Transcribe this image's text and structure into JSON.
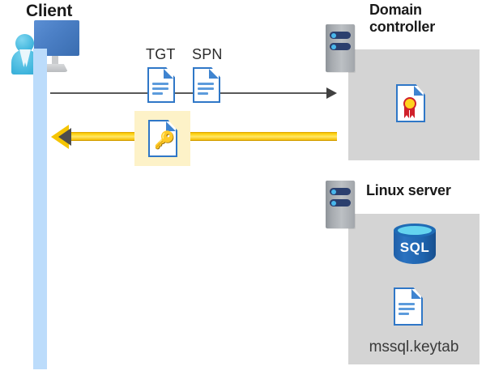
{
  "diagram": {
    "title": "Kerberos authentication flow between client, domain controller and Linux server",
    "colors": {
      "panel_gray": "#d4d4d4",
      "lifeline_blue": "#bcdcfb",
      "highlight_yellow": "#fdf2c8",
      "arrow_yellow": "#f5c400",
      "arrow_gray": "#595959",
      "doc_blue": "#2f77c7",
      "sql_blue": "#1f6bb5",
      "cert_red": "#d0202a",
      "cert_gold": "#ffd21e",
      "text_dark": "#1a1a1a"
    }
  },
  "client": {
    "title": "Client",
    "icon": "user-workstation-icon",
    "lifeline": "client-lifeline"
  },
  "domain_controller": {
    "title_line1": "Domain",
    "title_line2": "controller",
    "server_icon": "server-rack-icon",
    "contents": [
      {
        "icon": "certificate-document-icon",
        "label": ""
      }
    ]
  },
  "linux_server": {
    "title": "Linux server",
    "server_icon": "server-rack-icon",
    "contents": [
      {
        "icon": "sql-database-icon",
        "label": "SQL"
      },
      {
        "icon": "document-icon",
        "label": "mssql.keytab"
      }
    ]
  },
  "messages": [
    {
      "id": "request",
      "direction": "right",
      "style": "thin-gray-arrow",
      "artifacts": [
        {
          "label": "TGT",
          "icon": "document-icon"
        },
        {
          "label": "SPN",
          "icon": "document-icon"
        }
      ]
    },
    {
      "id": "response",
      "direction": "left",
      "style": "thick-yellow-arrow",
      "highlighted": true,
      "artifacts": [
        {
          "label": "",
          "icon": "key-document-icon"
        }
      ]
    }
  ],
  "labels": {
    "tgt": "TGT",
    "spn": "SPN",
    "keytab_file": "mssql.keytab",
    "sql": "SQL"
  }
}
